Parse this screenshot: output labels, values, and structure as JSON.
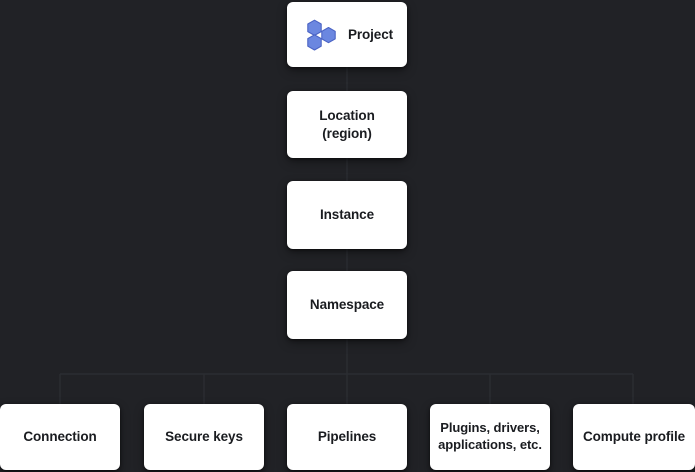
{
  "diagram": {
    "type": "hierarchy",
    "background_color": "#212226",
    "node_color": "#ffffff",
    "text_color": "#1a1c20",
    "icon_color": "#6b87e0",
    "chain": [
      {
        "id": "project",
        "label": "Project",
        "icon": "hexagon-cluster-icon"
      },
      {
        "id": "location",
        "label": "Location\n(region)",
        "icon": null
      },
      {
        "id": "instance",
        "label": "Instance",
        "icon": null
      },
      {
        "id": "namespace",
        "label": "Namespace",
        "icon": null
      }
    ],
    "leaves": [
      {
        "id": "connection",
        "label": "Connection"
      },
      {
        "id": "secure-keys",
        "label": "Secure keys"
      },
      {
        "id": "pipelines",
        "label": "Pipelines"
      },
      {
        "id": "plugins",
        "label": "Plugins, drivers,\napplications, etc."
      },
      {
        "id": "compute",
        "label": "Compute profile"
      }
    ]
  }
}
